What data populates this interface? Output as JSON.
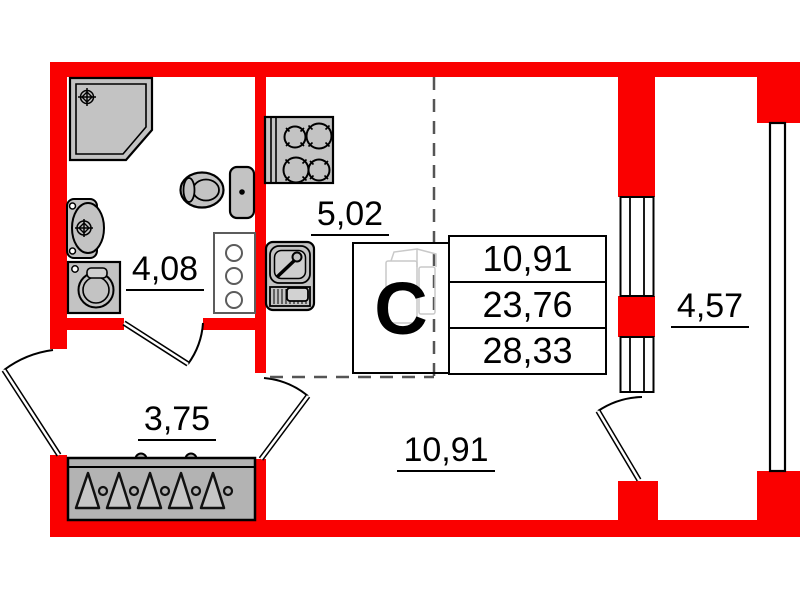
{
  "plan": {
    "unit_type_letter": "С",
    "area_table": {
      "values": [
        "10,91",
        "23,76",
        "28,33"
      ]
    },
    "rooms": [
      {
        "name": "bathroom",
        "area": "4,08"
      },
      {
        "name": "kitchen",
        "area": "5,02"
      },
      {
        "name": "hallway",
        "area": "3,75"
      },
      {
        "name": "living-room",
        "area": "10,91"
      },
      {
        "name": "balcony",
        "area": "4,57"
      }
    ],
    "fixtures": [
      "shower-cabin",
      "washbasin",
      "toilet",
      "washing-machine",
      "plumbing-shaft",
      "stove",
      "kitchen-sink",
      "wardrobe-with-hangers"
    ],
    "colors": {
      "wall": "#fa0000",
      "fixture_fill": "#c3c3c3",
      "wardrobe_fill": "#b3b3b3",
      "outline": "#000000",
      "shaft_outline": "#5c5c5c",
      "zone_dash": "#555555",
      "faint_sketch": "#c9c9c9"
    }
  }
}
